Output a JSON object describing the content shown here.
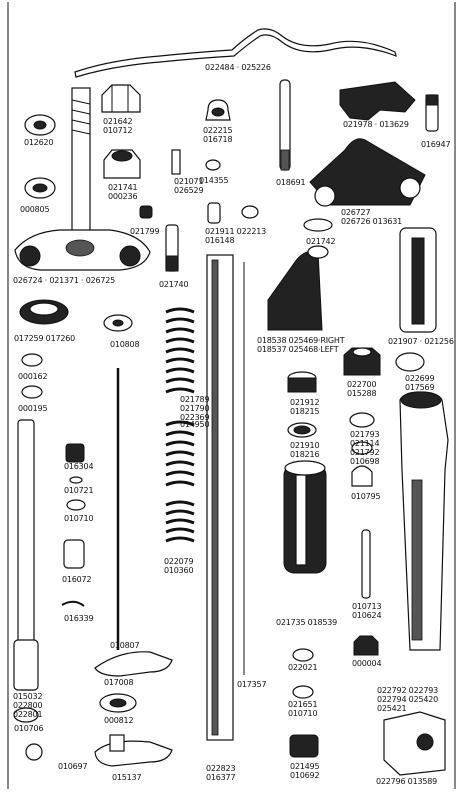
{
  "diagram": {
    "labels": [
      {
        "id": "l1",
        "lines": [
          "022484 · 025226"
        ]
      },
      {
        "id": "l2",
        "lines": [
          "021642",
          "010712"
        ]
      },
      {
        "id": "l3",
        "lines": [
          "022215",
          "016718"
        ]
      },
      {
        "id": "l4",
        "lines": [
          "021978 · 013629"
        ]
      },
      {
        "id": "l5",
        "lines": [
          "012620"
        ]
      },
      {
        "id": "l6",
        "lines": [
          "016947"
        ]
      },
      {
        "id": "l7",
        "lines": [
          "014355"
        ]
      },
      {
        "id": "l8",
        "lines": [
          "018691"
        ]
      },
      {
        "id": "l9",
        "lines": [
          "021741",
          "000236"
        ]
      },
      {
        "id": "l10",
        "lines": [
          "021071",
          "026529"
        ]
      },
      {
        "id": "l11",
        "lines": [
          "026727",
          "026726 013631"
        ]
      },
      {
        "id": "l12",
        "lines": [
          "000805"
        ]
      },
      {
        "id": "l13",
        "lines": [
          "021799"
        ]
      },
      {
        "id": "l14",
        "lines": [
          "021911 022213",
          "016148"
        ]
      },
      {
        "id": "l15",
        "lines": [
          "021742"
        ]
      },
      {
        "id": "l16",
        "lines": [
          "021740"
        ]
      },
      {
        "id": "l17",
        "lines": [
          "026724 · 021371 · 026725"
        ]
      },
      {
        "id": "l18",
        "lines": [
          "018538 025469·RIGHT",
          "018537 025468·LEFT"
        ]
      },
      {
        "id": "l19",
        "lines": [
          "017259 017260"
        ]
      },
      {
        "id": "l20",
        "lines": [
          "010808"
        ]
      },
      {
        "id": "l21",
        "lines": [
          "021907 · 021256"
        ]
      },
      {
        "id": "l22",
        "lines": [
          "000162"
        ]
      },
      {
        "id": "l23",
        "lines": [
          "022700",
          "015288"
        ]
      },
      {
        "id": "l24",
        "lines": [
          "022699",
          "017569"
        ]
      },
      {
        "id": "l25",
        "lines": [
          "000195"
        ]
      },
      {
        "id": "l26",
        "lines": [
          "021789",
          "021790",
          "022369"
        ]
      },
      {
        "id": "l27",
        "lines": [
          "021912",
          "018215"
        ]
      },
      {
        "id": "l28",
        "lines": [
          "014950"
        ]
      },
      {
        "id": "l29",
        "lines": [
          "021910",
          "018216"
        ]
      },
      {
        "id": "l30",
        "lines": [
          "021793",
          "021114",
          "021792",
          "010698"
        ]
      },
      {
        "id": "l31",
        "lines": [
          "016304"
        ]
      },
      {
        "id": "l32",
        "lines": [
          "010721"
        ]
      },
      {
        "id": "l33",
        "lines": [
          "010795"
        ]
      },
      {
        "id": "l34",
        "lines": [
          "010710"
        ]
      },
      {
        "id": "l35",
        "lines": [
          "022079",
          "010360"
        ]
      },
      {
        "id": "l36",
        "lines": [
          "016072"
        ]
      },
      {
        "id": "l37",
        "lines": [
          "016339"
        ]
      },
      {
        "id": "l38",
        "lines": [
          "010713",
          "010624"
        ]
      },
      {
        "id": "l39",
        "lines": [
          "021735 018539"
        ]
      },
      {
        "id": "l40",
        "lines": [
          "010807"
        ]
      },
      {
        "id": "l41",
        "lines": [
          "022021"
        ]
      },
      {
        "id": "l42",
        "lines": [
          "000004"
        ]
      },
      {
        "id": "l43",
        "lines": [
          "017008"
        ]
      },
      {
        "id": "l44",
        "lines": [
          "017357"
        ]
      },
      {
        "id": "l45",
        "lines": [
          "015032",
          "022800",
          "022801"
        ]
      },
      {
        "id": "l46",
        "lines": [
          "021651",
          "010710"
        ]
      },
      {
        "id": "l47",
        "lines": [
          "022792 022793",
          "022794 025420",
          "025421"
        ]
      },
      {
        "id": "l48",
        "lines": [
          "010706"
        ]
      },
      {
        "id": "l49",
        "lines": [
          "000812"
        ]
      },
      {
        "id": "l50",
        "lines": [
          "010697"
        ]
      },
      {
        "id": "l51",
        "lines": [
          "015137"
        ]
      },
      {
        "id": "l52",
        "lines": [
          "022823",
          "016377"
        ]
      },
      {
        "id": "l53",
        "lines": [
          "021495",
          "010692"
        ]
      },
      {
        "id": "l54",
        "lines": [
          "022796 013589"
        ]
      }
    ]
  }
}
